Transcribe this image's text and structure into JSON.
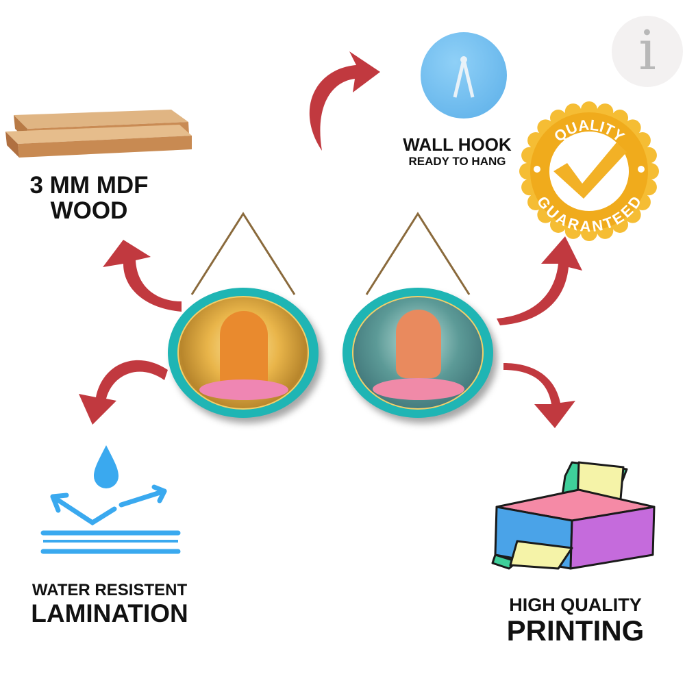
{
  "features": {
    "wood": {
      "line1": "3 MM MDF",
      "line2": "WOOD",
      "icon": "wood-planks-icon"
    },
    "hook": {
      "title": "WALL HOOK",
      "subtitle": "READY TO HANG",
      "icon": "wall-hook-icon"
    },
    "quality": {
      "top_text": "QUALITY",
      "bottom_text": "GUARANTEED",
      "icon": "quality-seal-icon"
    },
    "water": {
      "line1": "WATER RESISTENT",
      "line2": "LAMINATION",
      "icon": "water-drop-icon"
    },
    "printing": {
      "line1": "HIGH QUALITY",
      "line2": "PRINTING",
      "icon": "printer-icon"
    }
  },
  "brand": {
    "logo_letter": "i"
  },
  "colors": {
    "arrow": "#c1393f",
    "teal": "#1fb5b4",
    "gold": "#f4b82a",
    "water_blue": "#3aa9ef",
    "hook_blue": "#6fbdf0"
  }
}
